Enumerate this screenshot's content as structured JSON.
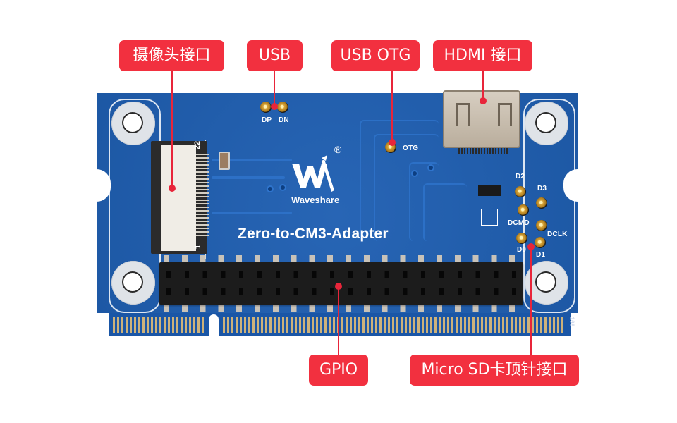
{
  "labels": {
    "camera": "摄像头接口",
    "usb": "USB",
    "usb_otg": "USB OTG",
    "hdmi": "HDMI 接口",
    "gpio": "GPIO",
    "micro_sd": "Micro SD卡顶针接口"
  },
  "board": {
    "title": "Zero-to-CM3-Adapter",
    "brand": "Waveshare",
    "registered_mark": "®",
    "fpc_pin_22": "22",
    "fpc_pin_1": "1",
    "usb_pads": [
      "DP",
      "DN"
    ],
    "otg_pad": "OTG",
    "sd_pads": [
      "D2",
      "D3",
      "DCMD",
      "DCLK",
      "D0",
      "D1"
    ],
    "edge_number": "169"
  },
  "colors": {
    "label_bg": "#f2303f",
    "pcb_blue": "#1f5fb2",
    "leader": "#e8253a"
  }
}
